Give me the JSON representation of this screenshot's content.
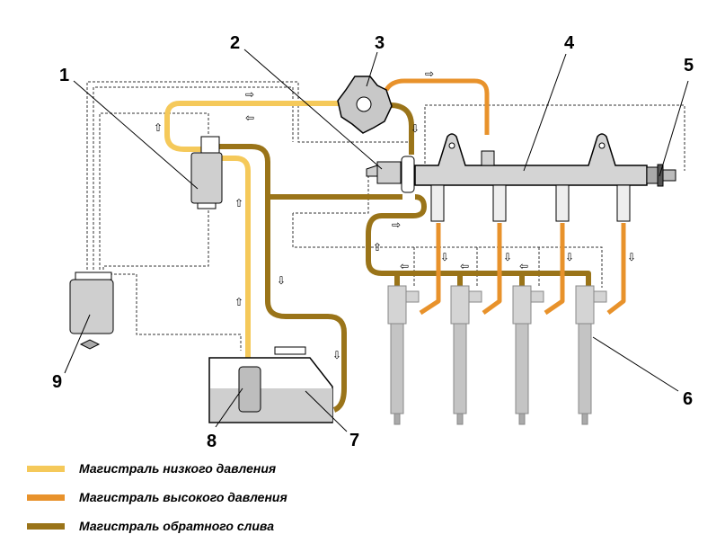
{
  "colors": {
    "low_pressure": "#f5c95a",
    "high_pressure": "#e8922b",
    "return": "#9a7419",
    "part_fill": "#d4d4d4",
    "text": "#000000"
  },
  "callouts": [
    "1",
    "2",
    "3",
    "4",
    "5",
    "6",
    "7",
    "8",
    "9"
  ],
  "legend": [
    {
      "key": "low_pressure",
      "label": "Магистраль низкого давления"
    },
    {
      "key": "high_pressure",
      "label": "Магистраль высокого давления"
    },
    {
      "key": "return",
      "label": "Магистраль обратного слива"
    }
  ],
  "icons": {
    "flow_arrow": "flow-direction-arrow"
  }
}
